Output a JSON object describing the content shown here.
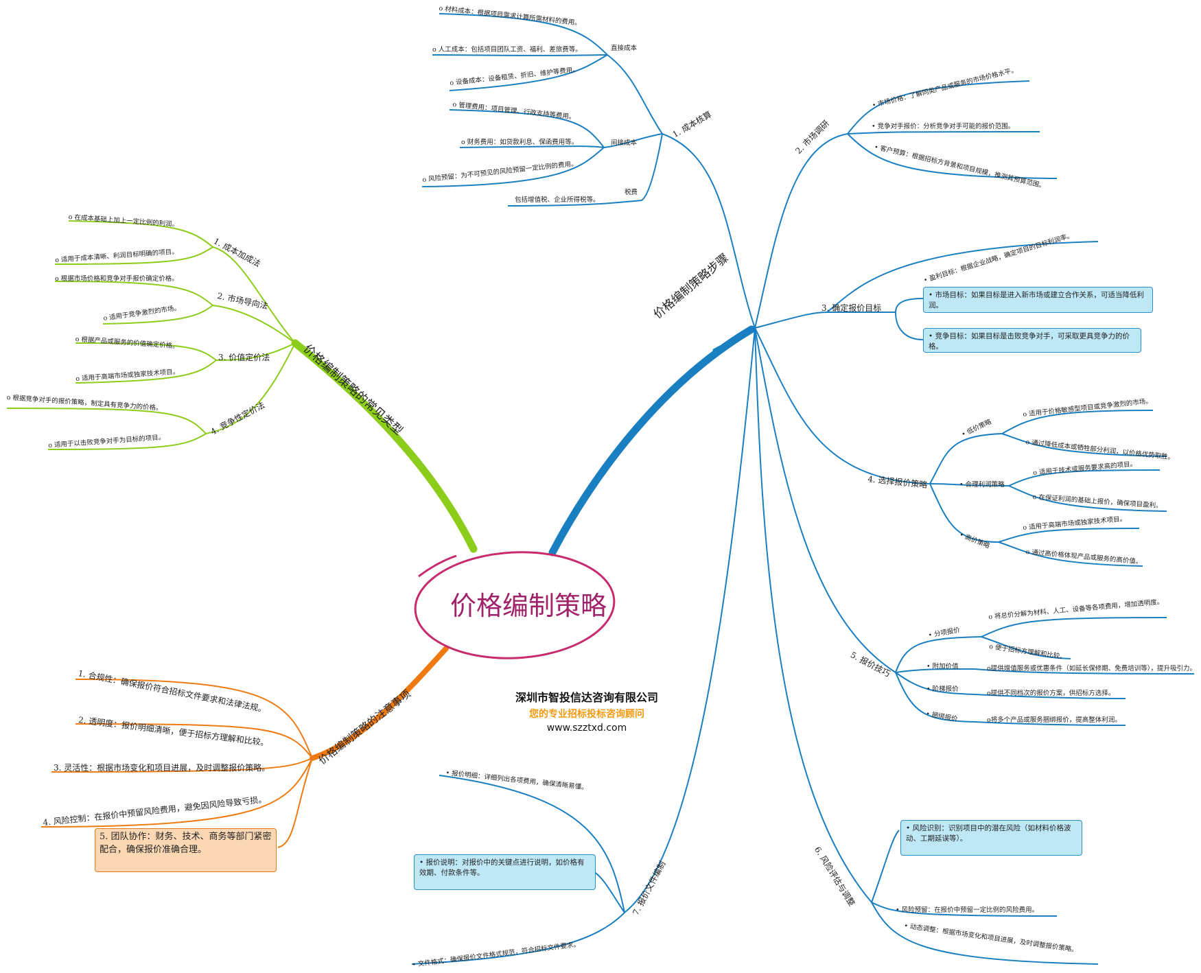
{
  "center": "价格编制策略",
  "company": {
    "name": "深圳市智投信达咨询有限公司",
    "slogan": "您的专业招标投标咨询顾问",
    "url": "www.szztxd.com"
  },
  "colors": {
    "blue": "#1a7fc1",
    "green": "#8ccc1a",
    "orange": "#f07a12",
    "accent": "#c82a6e"
  },
  "steps": {
    "title": "价格编制策略步骤",
    "s1": {
      "label": "1. 成本核算",
      "direct": {
        "label": "直接成本",
        "items": [
          "o 材料成本：根据项目需求计算所需材料的费用。",
          "o 人工成本：包括项目团队工资、福利、差旅费等。",
          "o 设备成本：设备租赁、折旧、维护等费用。"
        ]
      },
      "indirect": {
        "label": "间接成本",
        "items": [
          "o 管理费用：项目管理、行政支持等费用。",
          "o 财务费用：如贷款利息、保函费用等。",
          "o 风险预留：为不可预见的风险预留一定比例的费用。"
        ]
      },
      "tax": {
        "label": "税费",
        "item": "包括增值税、企业所得税等。"
      }
    },
    "s2": {
      "label": "2. 市场调研",
      "items": [
        "• 市场价格：了解同类产品或服务的市场价格水平。",
        "• 竞争对手报价：分析竞争对手可能的报价范围。",
        "• 客户预算：根据招标方背景和项目规模，推测其预算范围。"
      ]
    },
    "s3": {
      "label": "3. 确定报价目标",
      "items": [
        "• 盈利目标：根据企业战略，确定项目的目标利润率。",
        "• 市场目标：如果目标是进入新市场或建立合作关系，可适当降低利润。",
        "• 竞争目标：如果目标是击败竞争对手，可采取更具竞争力的价格。"
      ]
    },
    "s4": {
      "label": "4. 选择报价策略",
      "low": {
        "label": "• 低价策略",
        "items": [
          "o 适用于价格敏感型项目或竞争激烈的市场。",
          "o 通过降低成本或牺牲部分利润，以价格优势取胜。"
        ]
      },
      "mid": {
        "label": "• 合理利润策略",
        "items": [
          "o 适用于技术或服务要求高的项目。",
          "o 在保证利润的基础上报价，确保项目盈利。"
        ]
      },
      "high": {
        "label": "• 高价策略",
        "items": [
          "o 适用于高端市场或独家技术项目。",
          "o 通过高价格体现产品或服务的高价值。"
        ]
      }
    },
    "s5": {
      "label": "5. 报价技巧",
      "split": {
        "label": "• 分项报价",
        "items": [
          "o 将总价分解为材料、人工、设备等各项费用，增加透明度。",
          "o 便于招标方理解和比较。"
        ]
      },
      "extra": {
        "label": "• 附加价值",
        "item": "o提供增值服务或优惠条件（如延长保修期、免费培训等），提升吸引力。"
      },
      "tier": {
        "label": "• 阶梯报价",
        "item": "o提供不同档次的报价方案，供招标方选择。"
      },
      "bundle": {
        "label": "• 捆绑报价",
        "item": "o将多个产品或服务捆绑报价，提高整体利润。"
      }
    },
    "s6": {
      "label": "6. 风险评估与调整",
      "items": [
        "• 风险识别：识别项目中的潜在风险（如材料价格波动、工期延误等）。",
        "• 风险预留：在报价中预留一定比例的风险费用。",
        "• 动态调整：根据市场变化和项目进展，及时调整报价策略。"
      ]
    },
    "s7": {
      "label": "7. 报价文件编制",
      "items": [
        "• 报价明细：详细列出各项费用，确保清晰易懂。",
        "• 报价说明：对报价中的关键点进行说明，如价格有效期、付款条件等。",
        "• 文件格式：确保报价文件格式规范，符合招标文件要求。"
      ]
    }
  },
  "types": {
    "title": "价格编制策略的常见类型",
    "t1": {
      "label": "1. 成本加成法",
      "items": [
        "o 在成本基础上加上一定比例的利润。",
        "o 适用于成本清晰、利润目标明确的项目。"
      ]
    },
    "t2": {
      "label": "2. 市场导向法",
      "items": [
        "o 根据市场价格和竞争对手报价确定价格。",
        "o 适用于竞争激烈的市场。"
      ]
    },
    "t3": {
      "label": "3. 价值定价法",
      "items": [
        "o 根据产品或服务的价值确定价格。",
        "o 适用于高端市场或独家技术项目。"
      ]
    },
    "t4": {
      "label": "4. 竞争性定价法",
      "items": [
        "o 根据竞争对手的报价策略，制定具有竞争力的价格。",
        "o 适用于以击败竞争对手为目标的项目。"
      ]
    }
  },
  "notes": {
    "title": "价格编制策略的注意事项",
    "items": [
      "1. 合规性：确保报价符合招标文件要求和法律法规。",
      "2. 透明度：报价明细清晰，便于招标方理解和比较。",
      "3. 灵活性：根据市场变化和项目进展，及时调整报价策略。",
      "4. 风险控制：在报价中预留风险费用，避免因风险导致亏损。",
      "5. 团队协作：财务、技术、商务等部门紧密配合，确保报价准确合理。"
    ]
  }
}
